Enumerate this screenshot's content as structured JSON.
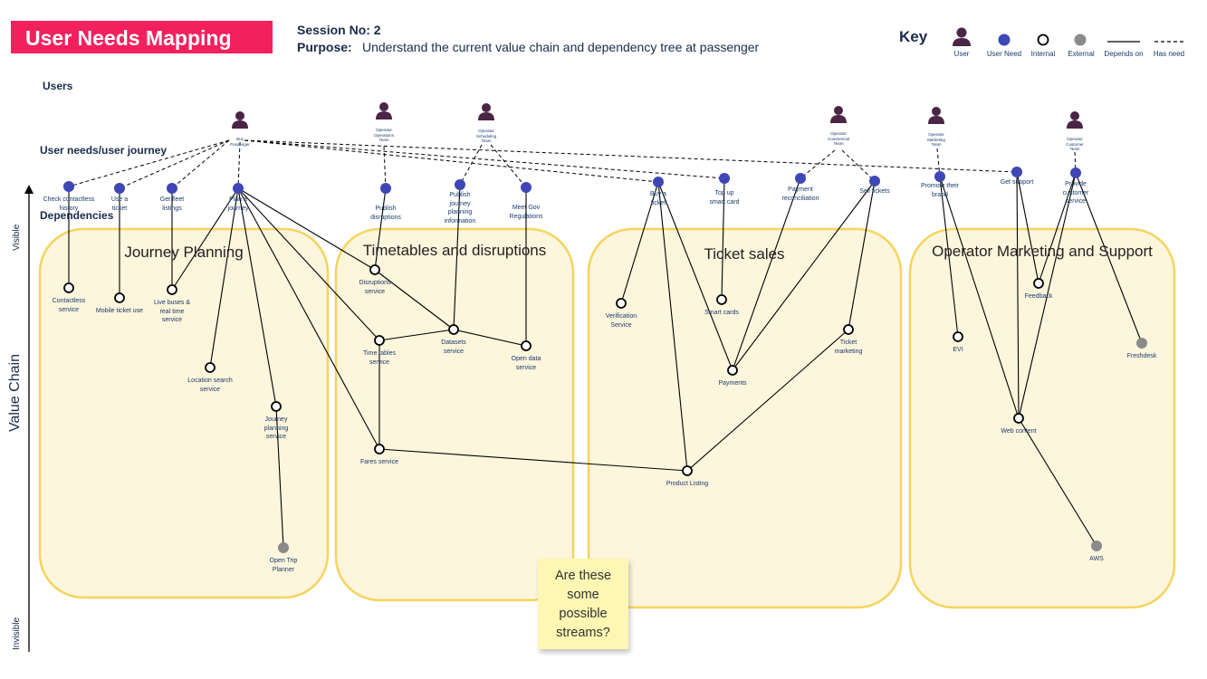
{
  "header": {
    "title": "User Needs Mapping",
    "session": "Session No: 2",
    "purpose_label": "Purpose:",
    "purpose_text": "Understand the current value chain and dependency tree at passenger"
  },
  "key": {
    "title": "Key",
    "items": {
      "user": "User",
      "user_need": "User Need",
      "internal": "Internal",
      "external": "External",
      "depends_on": "Depends on",
      "has_need": "Has need"
    }
  },
  "sections": {
    "users": "Users",
    "user_needs": "User needs/user journey",
    "dependencies": "Dependencies"
  },
  "axis": {
    "visible": "Visible",
    "invisible": "Invisible",
    "value_chain": "Value Chain"
  },
  "regions": [
    "Journey Planning",
    "Timetables and disruptions",
    "Ticket sales",
    "Operator Marketing and Support"
  ],
  "users": [
    {
      "label": [
        "Bus",
        "Passenger"
      ]
    },
    {
      "label": [
        "Operator",
        "Operations",
        "Team"
      ]
    },
    {
      "label": [
        "Operator",
        "Scheduling",
        "Team"
      ]
    },
    {
      "label": [
        "Operator",
        "Commercial",
        "Team"
      ]
    },
    {
      "label": [
        "Operator",
        "Marketing",
        "Team"
      ]
    },
    {
      "label": [
        "Operator",
        "Customer",
        "Team"
      ]
    }
  ],
  "needs": [
    {
      "label": [
        "Check contactless",
        "history"
      ]
    },
    {
      "label": [
        "Use a",
        "ticket"
      ]
    },
    {
      "label": [
        "Get fleet",
        "listings"
      ]
    },
    {
      "label": [
        "Plan a",
        "journey"
      ]
    },
    {
      "label": [
        "Publish",
        "disruptions"
      ]
    },
    {
      "label": [
        "Publish",
        "journey",
        "planning",
        "information"
      ]
    },
    {
      "label": [
        "Meet Gov",
        "Regulations"
      ]
    },
    {
      "label": [
        "Buy a",
        "ticket"
      ]
    },
    {
      "label": [
        "Top up",
        "smart card"
      ]
    },
    {
      "label": [
        "Payment",
        "reconciliation"
      ]
    },
    {
      "label": [
        "Sell tickets"
      ]
    },
    {
      "label": [
        "Promote their",
        "brand"
      ]
    },
    {
      "label": [
        "Get support"
      ]
    },
    {
      "label": [
        "Provide",
        "customer",
        "service"
      ]
    }
  ],
  "components": [
    {
      "label": [
        "Contactless",
        "service"
      ],
      "type": "internal"
    },
    {
      "label": [
        "Mobile ticket use"
      ],
      "type": "internal"
    },
    {
      "label": [
        "Live buses &",
        "real time",
        "service"
      ],
      "type": "internal"
    },
    {
      "label": [
        "Location search",
        "service"
      ],
      "type": "internal"
    },
    {
      "label": [
        "Journey",
        "planning",
        "service"
      ],
      "type": "internal"
    },
    {
      "label": [
        "Open Trip",
        "Planner"
      ],
      "type": "external"
    },
    {
      "label": [
        "Disruptions",
        "service"
      ],
      "type": "internal"
    },
    {
      "label": [
        "Time tables",
        "service"
      ],
      "type": "internal"
    },
    {
      "label": [
        "Datasets",
        "service"
      ],
      "type": "internal"
    },
    {
      "label": [
        "Open data",
        "service"
      ],
      "type": "internal"
    },
    {
      "label": [
        "Fares service"
      ],
      "type": "internal"
    },
    {
      "label": [
        "Verification",
        "Service"
      ],
      "type": "internal"
    },
    {
      "label": [
        "Smart cards"
      ],
      "type": "internal"
    },
    {
      "label": [
        "Payments"
      ],
      "type": "internal"
    },
    {
      "label": [
        "Ticket",
        "marketing"
      ],
      "type": "internal"
    },
    {
      "label": [
        "Product Listing"
      ],
      "type": "internal"
    },
    {
      "label": [
        "EVI"
      ],
      "type": "internal"
    },
    {
      "label": [
        "Feedback"
      ],
      "type": "internal"
    },
    {
      "label": [
        "Freshdesk"
      ],
      "type": "external"
    },
    {
      "label": [
        "Web content"
      ],
      "type": "internal"
    },
    {
      "label": [
        "AWS"
      ],
      "type": "external"
    }
  ],
  "sticky_note": [
    "Are these",
    "some",
    "possible",
    "streams?"
  ],
  "colors": {
    "title_bg": "#f2215e",
    "need": "#3f46b5",
    "user": "#4a2545",
    "external": "#8a8a8a",
    "region_fill": "#fdf5dc",
    "region_border": "#f5d45e",
    "sticky": "#fdf7b3"
  }
}
